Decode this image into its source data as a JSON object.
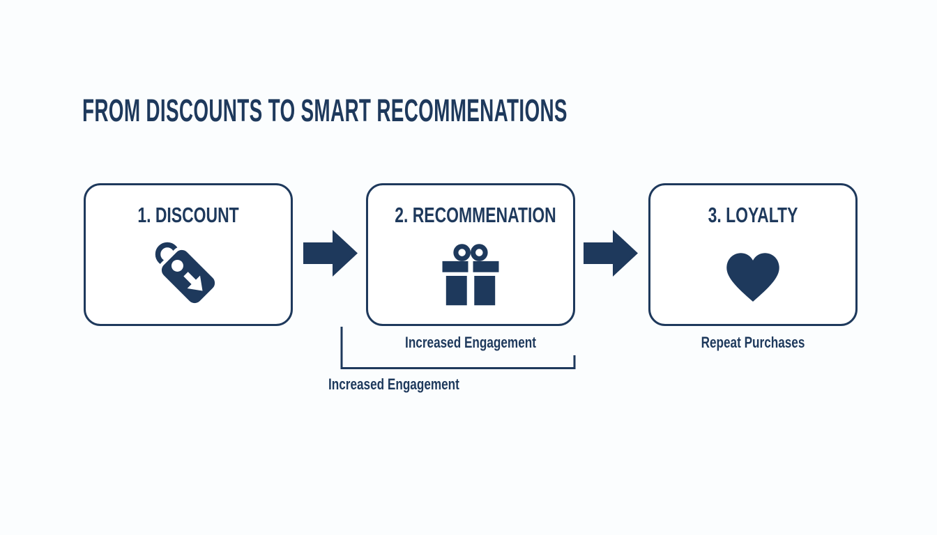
{
  "title": "FROM DISCOUNTS TO SMART RECOMMENATIONS",
  "steps": [
    {
      "label": "1. DISCOUNT",
      "icon": "price-tag-icon",
      "caption": ""
    },
    {
      "label": "2. RECOMMENATION",
      "icon": "gift-icon",
      "caption": "Increased Engagement"
    },
    {
      "label": "3. LOYALTY",
      "icon": "heart-icon",
      "caption": "Repeat Purchases"
    }
  ],
  "bracket_label": "Increased Engagement",
  "colors": {
    "navy": "#1e395c",
    "background": "#fbfdfe",
    "box_background": "#ffffff"
  }
}
